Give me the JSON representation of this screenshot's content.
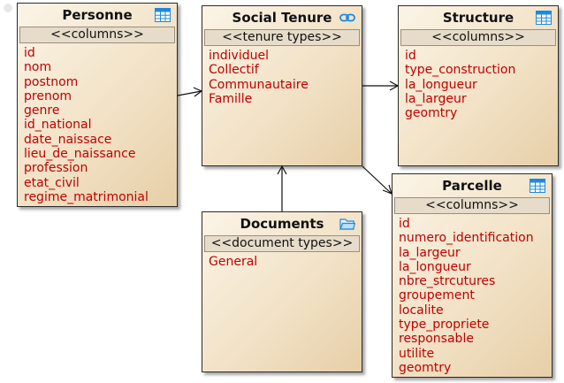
{
  "entities": {
    "personne": {
      "title": "Personne",
      "stereotype": "<<columns>>",
      "icon": "table-icon",
      "items": [
        "id",
        "nom",
        "postnom",
        "prenom",
        "genre",
        "id_national",
        "date_naissace",
        "lieu_de_naissance",
        "profession",
        "etat_civil",
        "regime_matrimonial"
      ]
    },
    "social_tenure": {
      "title": "Social Tenure",
      "stereotype": "<<tenure types>>",
      "icon": "link-icon",
      "items": [
        "individuel",
        "Collectif",
        "Communautaire",
        "Famille"
      ]
    },
    "structure": {
      "title": "Structure",
      "stereotype": "<<columns>>",
      "icon": "table-icon",
      "items": [
        "id",
        "type_construction",
        "la_longueur",
        "la_largeur",
        "geomtry"
      ]
    },
    "documents": {
      "title": "Documents",
      "stereotype": "<<document types>>",
      "icon": "folder-icon",
      "items": [
        "General"
      ]
    },
    "parcelle": {
      "title": "Parcelle",
      "stereotype": "<<columns>>",
      "icon": "table-icon",
      "items": [
        "id",
        "numero_identification",
        "la_largeur",
        "la_longueur",
        "nbre_strcutures",
        "groupement",
        "localite",
        "type_propriete",
        "responsable",
        "utilite",
        "geomtry"
      ]
    }
  },
  "colors": {
    "attribute_text": "#c00000",
    "box_border": "#2b2b2b",
    "icon_blue": "#1e88e5"
  }
}
